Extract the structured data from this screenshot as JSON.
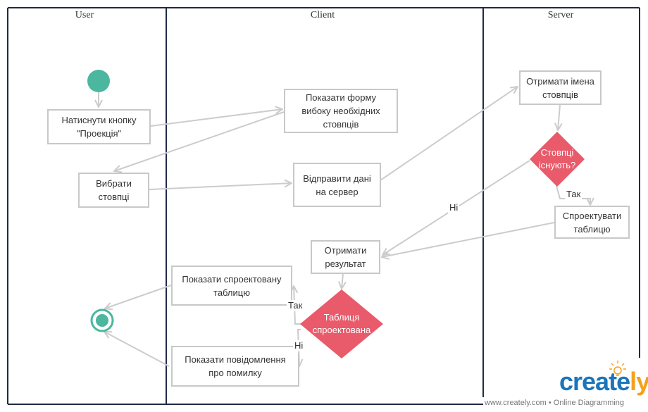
{
  "lanes": [
    {
      "id": "user",
      "title": "User"
    },
    {
      "id": "client",
      "title": "Client"
    },
    {
      "id": "server",
      "title": "Server"
    }
  ],
  "nodes": {
    "press_button": "Натиснути кнопку\n\"Проекція\"",
    "choose_columns": "Вибрати\nстовпці",
    "show_form": "Показати форму\nвибоку необхідних\nстовпців",
    "send_data": "Відправити дані\nна сервер",
    "get_result": "Отримати\nрезультат",
    "show_table": "Показати спроектовану\nтаблицю",
    "show_error": "Показати повідомлення\nпро помилку",
    "get_columns": "Отримати імена\nстовпців",
    "project_table": "Спроектувати\nтаблицю"
  },
  "decisions": {
    "columns_exist": "Стовпці\nіснують?",
    "table_projected": "Таблиця\nспроектована"
  },
  "edge_labels": {
    "no_server": "Ні",
    "yes_server": "Так",
    "yes_client": "Так",
    "no_client": "Ні"
  },
  "colors": {
    "start": "#4bb79f",
    "decision": "#e95a6a",
    "lane_border": "#1f2a44",
    "edge": "#cccccc"
  },
  "watermark": {
    "brand_part1": "create",
    "brand_part2": "ly",
    "footer": "www.creately.com • Online Diagramming"
  }
}
